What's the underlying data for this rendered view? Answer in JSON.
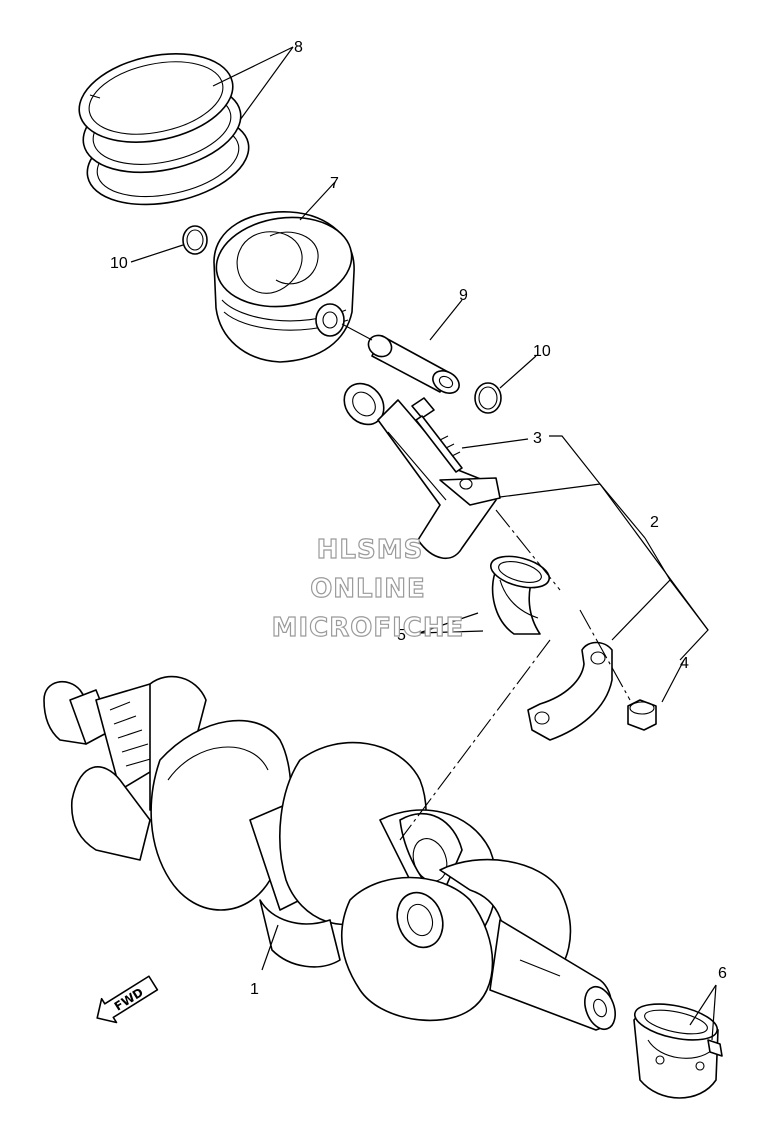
{
  "callouts": {
    "c1": "1",
    "c2": "2",
    "c3": "3",
    "c4": "4",
    "c5": "5",
    "c6": "6",
    "c7": "7",
    "c8": "8",
    "c9": "9",
    "c10a": "10",
    "c10b": "10"
  },
  "watermark": {
    "line1": "HLSMS",
    "line2": "ONLINE",
    "line3": "MICROFICHE"
  },
  "fwd_arrow": {
    "label": "FWD"
  }
}
